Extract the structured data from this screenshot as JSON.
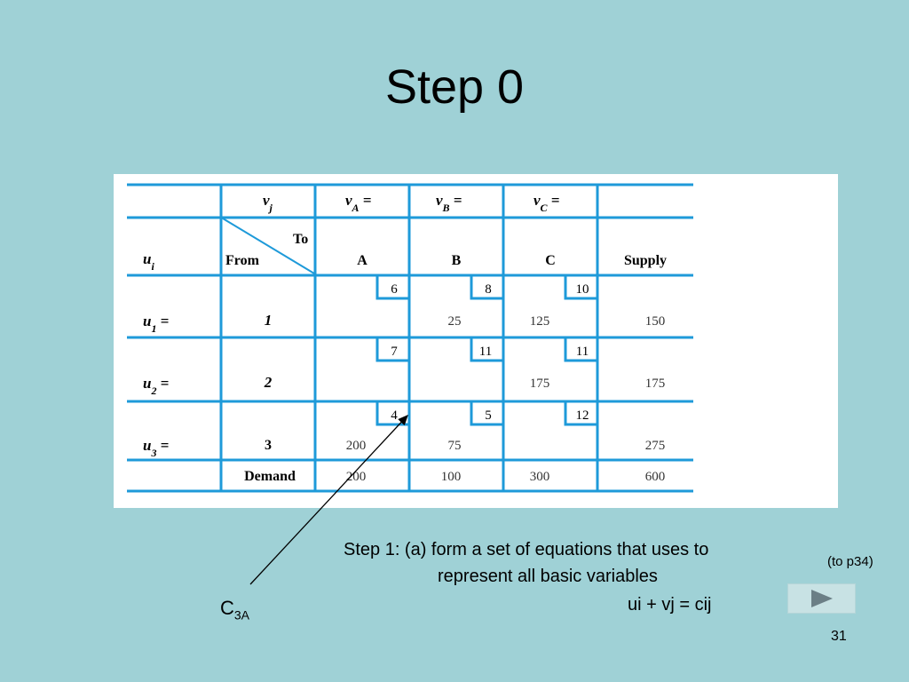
{
  "slide": {
    "title": "Step 0",
    "page_number": "31",
    "nav": {
      "next_icon": "play-triangle-icon",
      "to_label": "(to p34)"
    },
    "annotation": {
      "label_main": "C",
      "label_sub": "3A"
    },
    "notes": {
      "line1": "Step 1:  (a) form a set of equations that uses to",
      "line2": "represent all basic variables",
      "line3": "ui + vj = cij"
    }
  },
  "table": {
    "vj_label": "v",
    "vj_sub": "j",
    "v_headers": [
      {
        "main": "v",
        "sub": "A",
        "suffix": " ="
      },
      {
        "main": "v",
        "sub": "B",
        "suffix": " ="
      },
      {
        "main": "v",
        "sub": "C",
        "suffix": " ="
      }
    ],
    "ui_label": "u",
    "ui_sub": "i",
    "to_label": "To",
    "from_label": "From",
    "columns": [
      "A",
      "B",
      "C"
    ],
    "supply_label": "Supply",
    "rows": [
      {
        "u_main": "u",
        "u_sub": "1",
        "u_suffix": " =",
        "from": "1",
        "costs": [
          "6",
          "8",
          "10"
        ],
        "alloc": [
          "",
          "25",
          "125"
        ],
        "supply": "150"
      },
      {
        "u_main": "u",
        "u_sub": "2",
        "u_suffix": " =",
        "from": "2",
        "costs": [
          "7",
          "11",
          "11"
        ],
        "alloc": [
          "",
          "",
          "175"
        ],
        "supply": "175"
      },
      {
        "u_main": "u",
        "u_sub": "3",
        "u_suffix": " =",
        "from": "3",
        "costs": [
          "4",
          "5",
          "12"
        ],
        "alloc": [
          "200",
          "75",
          ""
        ],
        "supply": "275"
      }
    ],
    "demand_label": "Demand",
    "demand": [
      "200",
      "100",
      "300"
    ],
    "total": "600"
  }
}
